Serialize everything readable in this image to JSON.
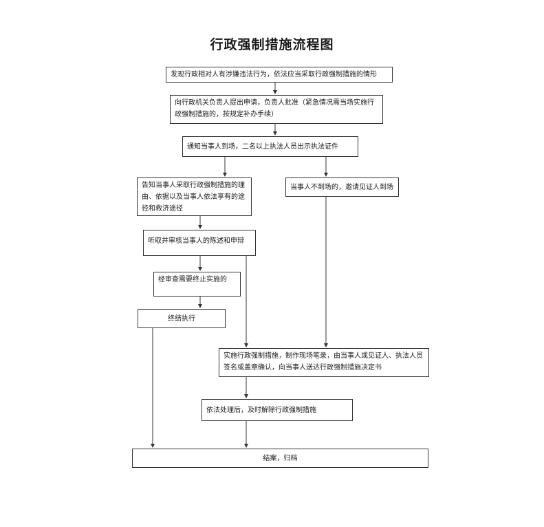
{
  "title": "行政强制措施流程图",
  "steps": {
    "discover": "发现行政相对人有涉嫌违法行为，依法应当采取行政强制措施的情形",
    "apply": "向行政机关负责人提出申请，负责人批准（紧急情况需当场实施行政强制措施的，按规定补办手续）",
    "notify": "通知当事人到场，二名以上执法人员出示执法证件",
    "inform": "告知当事人采取行政强制措施的理由、依据以及当事人依法享有的途径和救济途径",
    "absent": "当事人不到场的，邀请见证人到场",
    "hear": "听取并审核当事人的陈述和申辩",
    "review": "经审查需要终止实施的",
    "terminate": "终结执行",
    "implement": "实施行政强制措施，制作现场笔录，由当事人或见证人、执法人员签名或盖章确认，向当事人送达行政强制措施决定书",
    "release": "依法处理后，及时解除行政强制措施",
    "close": "结案，归档"
  }
}
